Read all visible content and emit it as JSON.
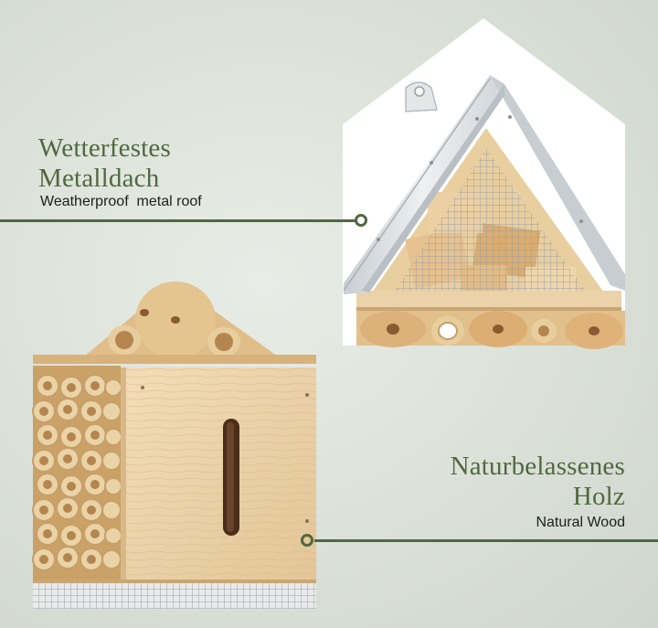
{
  "roof_callout": {
    "title_line1": "Wetterfestes",
    "title_line2": "Metalldach",
    "subtitle": "Weatherproof  metal roof"
  },
  "wood_callout": {
    "title_line1": "Naturbelassenes",
    "title_line2": "Holz",
    "subtitle": "Natural Wood"
  },
  "colors": {
    "accent_green": "#50683f",
    "background_sage": "#dbe1d9",
    "wood": "#ecd2aa",
    "metal": "#d9dde0"
  }
}
